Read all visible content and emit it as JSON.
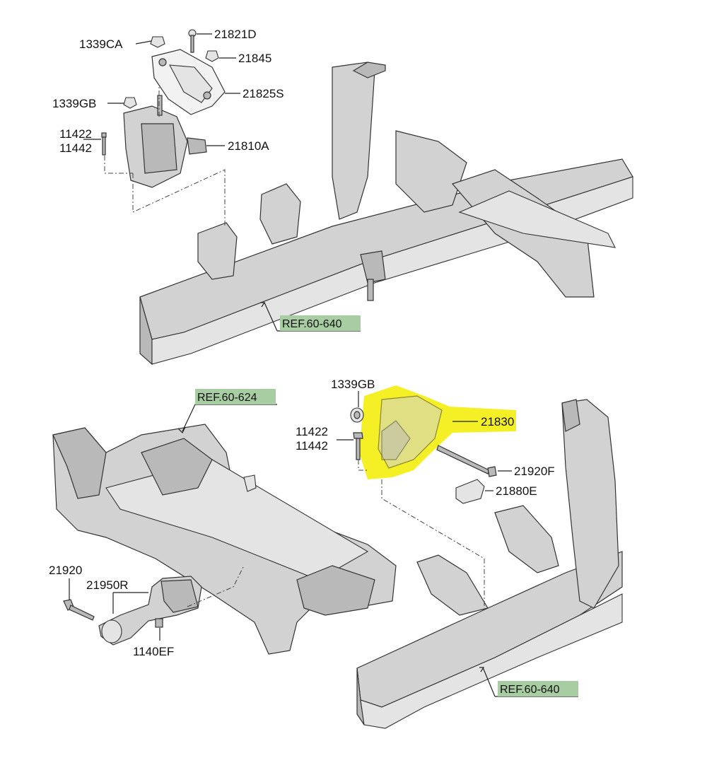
{
  "callouts": {
    "p1339ca": "1339CA",
    "p21821d": "21821D",
    "p21845": "21845",
    "p21825s": "21825S",
    "p1339gb_top": "1339GB",
    "p11422_top": "11422",
    "p11442_top": "11442",
    "p21810a": "21810A",
    "ref_top": "REF.60-640",
    "ref_624": "REF.60-624",
    "p1339gb_bot": "1339GB",
    "p21830": "21830",
    "p11422_bot": "11422",
    "p11442_bot": "11442",
    "p21920f": "21920F",
    "p21880e": "21880E",
    "p21920": "21920",
    "p21950r": "21950R",
    "p1140ef": "1140EF",
    "ref_bottom": "REF.60-640"
  },
  "colors": {
    "highlight": "#f4ee1a",
    "ref_box": "#a9cda2",
    "part_fill": "#d2d2d2"
  }
}
